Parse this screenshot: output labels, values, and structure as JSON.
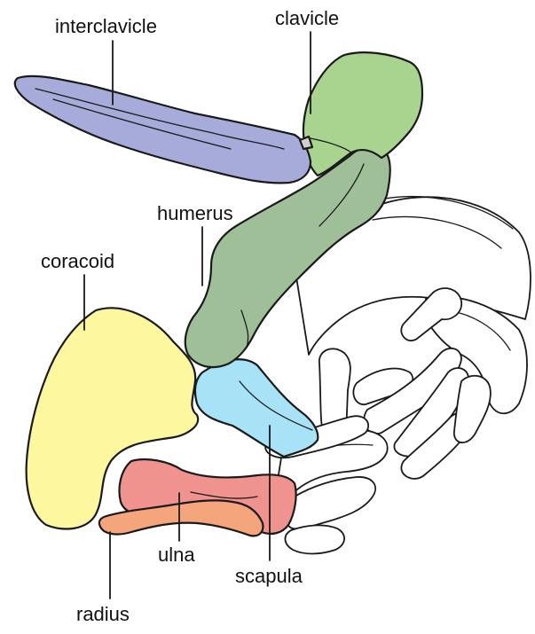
{
  "labels": {
    "interclavicle": "interclavicle",
    "clavicle": "clavicle",
    "humerus": "humerus",
    "coracoid": "coracoid",
    "ulna": "ulna",
    "scapula": "scapula",
    "radius": "radius"
  },
  "colors": {
    "interclavicle": "#a6abd9",
    "clavicle": "#a9d48f",
    "humerus": "#9fbf98",
    "coracoid": "#fdf7a0",
    "scapula": "#a8e2f6",
    "ulna": "#f0928e",
    "radius": "#f5a57c",
    "unlabeled_bones": "#ffffff"
  }
}
